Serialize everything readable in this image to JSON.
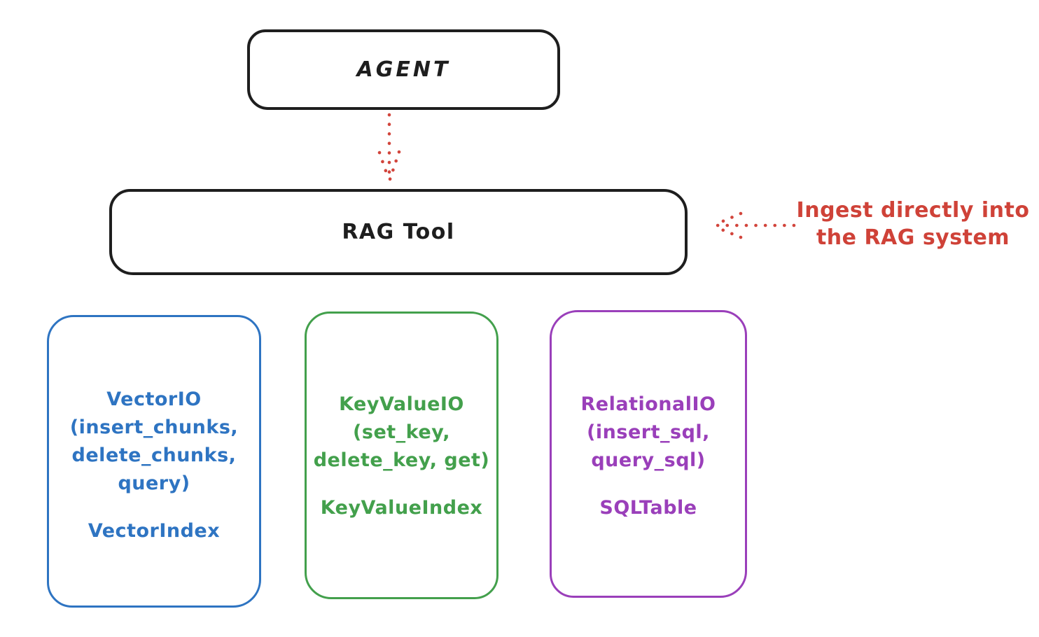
{
  "ink_color": "#1e1e1e",
  "agent_box": {
    "label": "AGENT"
  },
  "rag_box": {
    "label": "RAG Tool"
  },
  "annotation": {
    "text": "Ingest directly into\nthe RAG system",
    "color": "#cf4238"
  },
  "arrows": {
    "color": "#d2453c"
  },
  "backend_boxes": [
    {
      "name": "vector-io",
      "body": "VectorIO\n(insert_chunks,\ndelete_chunks,\nquery)",
      "footer": "VectorIndex",
      "color": "#2e74c2"
    },
    {
      "name": "keyvalue-io",
      "body": "KeyValueIO\n(set_key,\ndelete_key, get)",
      "footer": "KeyValueIndex",
      "color": "#43a04c"
    },
    {
      "name": "relational-io",
      "body": "RelationalIO\n(insert_sql,\nquery_sql)",
      "footer": "SQLTable",
      "color": "#9a3fba"
    }
  ]
}
